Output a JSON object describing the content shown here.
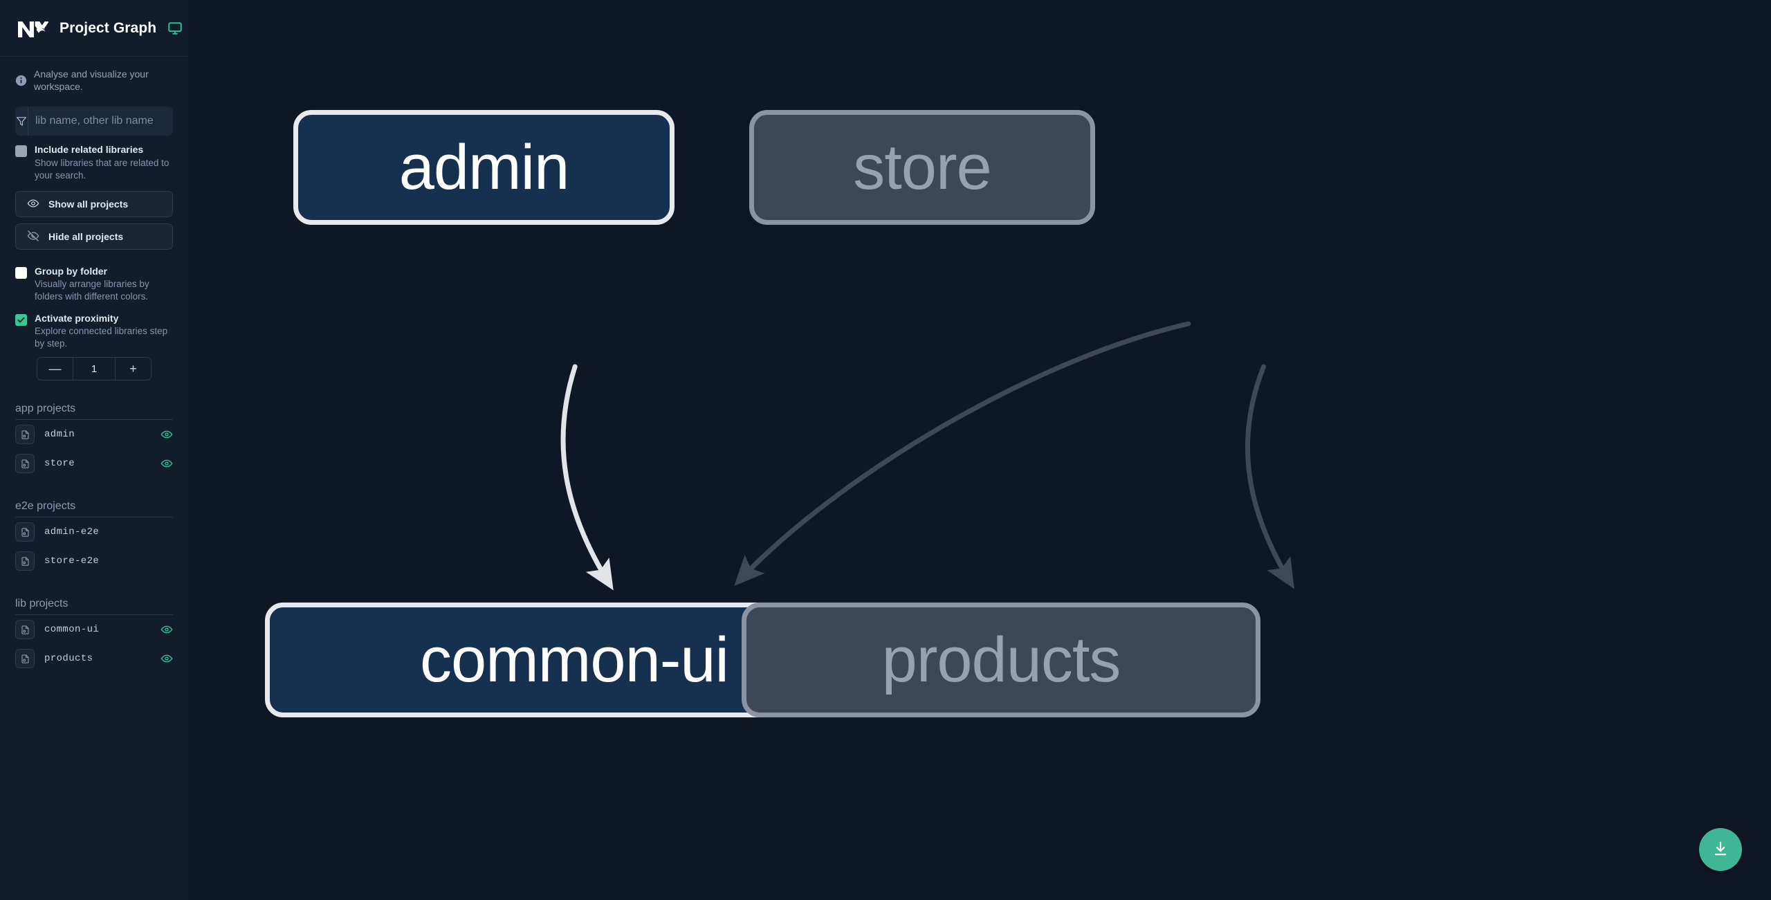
{
  "app": {
    "brand_title": "Project Graph",
    "logo_icon": "nx-logo",
    "monitor_icon": "monitor-icon"
  },
  "sidebar": {
    "blurb": {
      "icon": "info-icon",
      "text": "Analyse and visualize your workspace."
    },
    "search": {
      "icon": "filter-icon",
      "value": "",
      "placeholder": "lib name, other lib name"
    },
    "options": [
      {
        "id": "include-related-libraries",
        "title": "Include related libraries",
        "desc": "Show libraries that are related to your search.",
        "checked": false,
        "style": "grey"
      },
      {
        "id": "group-by-folder",
        "title": "Group by folder",
        "desc": "Visually arrange libraries by folders with different colors.",
        "checked": false,
        "style": "white"
      },
      {
        "id": "activate-proximity",
        "title": "Activate proximity",
        "desc": "Explore connected libraries step by step.",
        "checked": true,
        "style": "green"
      }
    ],
    "buttons": [
      {
        "id": "show-all-projects",
        "label": "Show all projects",
        "icon": "eye-icon"
      },
      {
        "id": "hide-all-projects",
        "label": "Hide all projects",
        "icon": "eye-off-icon"
      }
    ],
    "stepper": {
      "minus_label": "—",
      "value": "1",
      "plus_label": "+"
    },
    "groups": [
      {
        "id": "app-projects",
        "heading": "app projects",
        "projects": [
          {
            "name": "admin",
            "icon": "project-file-icon",
            "visible": true
          },
          {
            "name": "store",
            "icon": "project-file-icon",
            "visible": true
          }
        ]
      },
      {
        "id": "e2e-projects",
        "heading": "e2e projects",
        "projects": [
          {
            "name": "admin-e2e",
            "icon": "project-file-icon",
            "visible": false
          },
          {
            "name": "store-e2e",
            "icon": "project-file-icon",
            "visible": false
          }
        ]
      },
      {
        "id": "lib-projects",
        "heading": "lib projects",
        "projects": [
          {
            "name": "common-ui",
            "icon": "project-file-icon",
            "visible": true
          },
          {
            "name": "products",
            "icon": "project-file-icon",
            "visible": true
          }
        ]
      }
    ]
  },
  "graph": {
    "nodes": [
      {
        "id": "admin",
        "label": "admin",
        "state": "focused"
      },
      {
        "id": "store",
        "label": "store",
        "state": "dimmed"
      },
      {
        "id": "common-ui",
        "label": "common-ui",
        "state": "focused"
      },
      {
        "id": "products",
        "label": "products",
        "state": "dimmed"
      }
    ],
    "edges": [
      {
        "from": "admin",
        "to": "common-ui",
        "state": "focused"
      },
      {
        "from": "store",
        "to": "common-ui",
        "state": "dimmed"
      },
      {
        "from": "store",
        "to": "products",
        "state": "dimmed"
      }
    ],
    "colors": {
      "focused_fill": "#16304f",
      "focused_border": "#e8eaed",
      "dimmed_fill": "#3f4757",
      "dimmed_border": "#8c94a2",
      "canvas_bg": "#101724",
      "accent_green": "#3fb795"
    }
  },
  "fab": {
    "id": "download-button",
    "icon": "download-icon"
  }
}
